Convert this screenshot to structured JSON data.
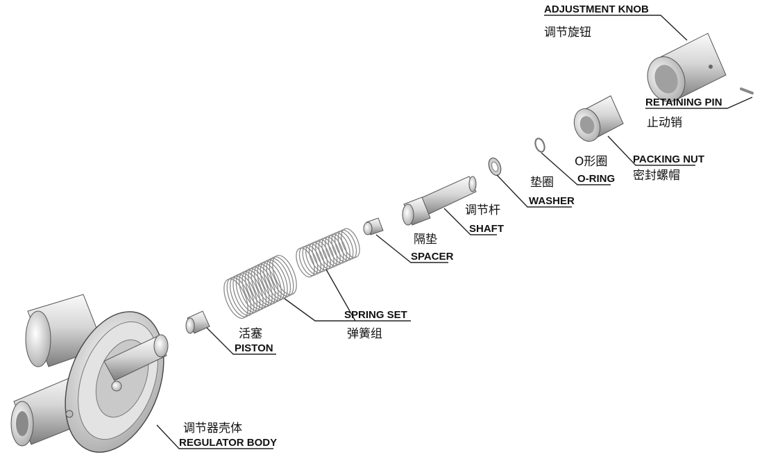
{
  "parts": [
    {
      "id": "adjustment-knob",
      "en": "ADJUSTMENT KNOB",
      "cn": "调节旋钮"
    },
    {
      "id": "retaining-pin",
      "en": "RETAINING PIN",
      "cn": "止动销"
    },
    {
      "id": "packing-nut",
      "en": "PACKING NUT",
      "cn": "密封螺帽"
    },
    {
      "id": "o-ring",
      "en": "O-RING",
      "cn": "O形圈"
    },
    {
      "id": "washer",
      "en": "WASHER",
      "cn": "垫圈"
    },
    {
      "id": "shaft",
      "en": "SHAFT",
      "cn": "调节杆"
    },
    {
      "id": "spacer",
      "en": "SPACER",
      "cn": "隔垫"
    },
    {
      "id": "spring-set",
      "en": "SPRING SET",
      "cn": "弹簧组"
    },
    {
      "id": "piston",
      "en": "PISTON",
      "cn": "活塞"
    },
    {
      "id": "regulator-body",
      "en": "REGULATOR BODY",
      "cn": "调节器壳体"
    }
  ],
  "colors": {
    "metal_light": "#f2f2f2",
    "metal_mid": "#bdbdbd",
    "metal_dark": "#6e6e6e",
    "line": "#222222"
  }
}
